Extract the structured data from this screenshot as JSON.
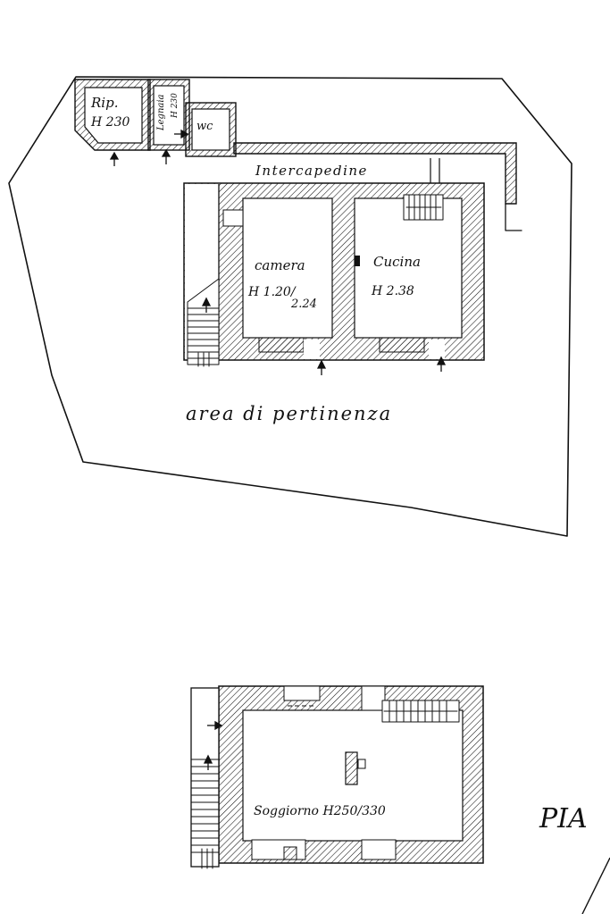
{
  "labels": {
    "rip": "Rip.",
    "rip_h": "H 230",
    "legnaia": "Legnaia",
    "legnaia_h": "H 230",
    "wc": "wc",
    "intercapedine": "Intercapedine",
    "camera": "camera",
    "camera_h1": "H 1.20/",
    "camera_h2": "2.24",
    "cucina": "Cucina",
    "cucina_h": "H 2.38",
    "area": "area   di   pertinenza",
    "soggiorno": "Soggiorno H250/330",
    "piano": "PIA"
  },
  "colors": {
    "ink": "#111111",
    "paper": "#ffffff"
  }
}
